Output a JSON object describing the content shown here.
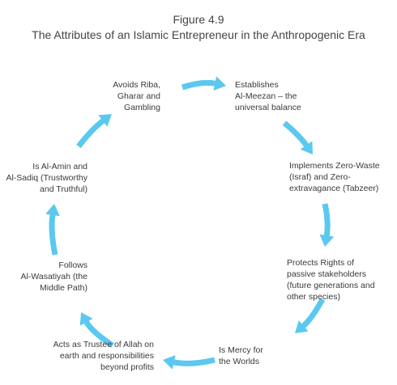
{
  "figure": {
    "label": "Figure 4.9",
    "title": "The Attributes of an Islamic Entrepreneur in the Anthropogenic Era"
  },
  "arrow_color": "#5bc8f0",
  "attributes": [
    {
      "lines": [
        "Avoids Riba,",
        "Gharar and",
        "Gambling"
      ]
    },
    {
      "lines": [
        "Establishes",
        "Al-Meezan – the",
        "universal balance"
      ]
    },
    {
      "lines": [
        "Implements Zero-Waste",
        "(Israf) and  Zero-",
        "extravagance (Tabzeer)"
      ]
    },
    {
      "lines": [
        "Protects Rights of",
        "passive stakeholders",
        "(future generations and",
        "other species)"
      ]
    },
    {
      "lines": [
        "Is Mercy for",
        "the Worlds"
      ]
    },
    {
      "lines": [
        "Acts as Trustee of Allah on",
        "earth and responsibilities",
        "beyond profits"
      ]
    },
    {
      "lines": [
        "Follows",
        "Al-Wasatiyah (the",
        "Middle Path)"
      ]
    },
    {
      "lines": [
        "Is Al-Amin and",
        "Al-Sadiq (Trustworthy",
        "and Truthful)"
      ]
    }
  ]
}
